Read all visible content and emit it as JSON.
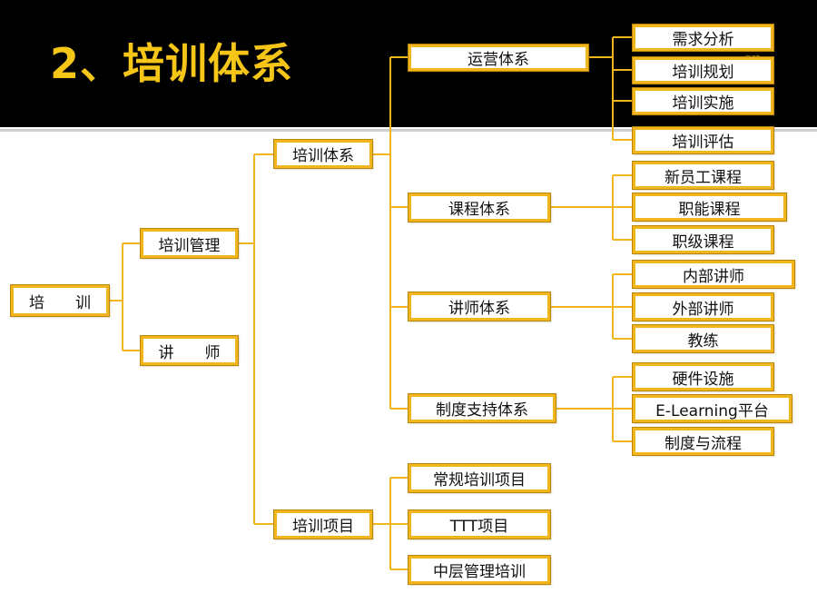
{
  "title": "2、培训体系",
  "watermark": "cn",
  "nodes": {
    "root": "培　　训",
    "mgmt": "培训管理",
    "lecturer": "讲　　师",
    "system": "培训体系",
    "project": "培训项目",
    "ops": "运营体系",
    "course": "课程体系",
    "teacher": "讲师体系",
    "support": "制度支持体系",
    "ops_1": "需求分析",
    "ops_2": "培训规划",
    "ops_3": "培训实施",
    "ops_4": "培训评估",
    "course_1": "新员工课程",
    "course_2": "职能课程",
    "course_3": "职级课程",
    "teacher_1": "内部讲师",
    "teacher_2": "外部讲师",
    "teacher_3": "教练",
    "support_1": "硬件设施",
    "support_2": "E-Learning平台",
    "support_3": "制度与流程",
    "proj_1": "常规培训项目",
    "proj_2": "TTT项目",
    "proj_3": "中层管理培训"
  },
  "colors": {
    "header": "#000000",
    "title": "#f5c518",
    "line": "#f2b51b",
    "border": "#f2b51b"
  }
}
